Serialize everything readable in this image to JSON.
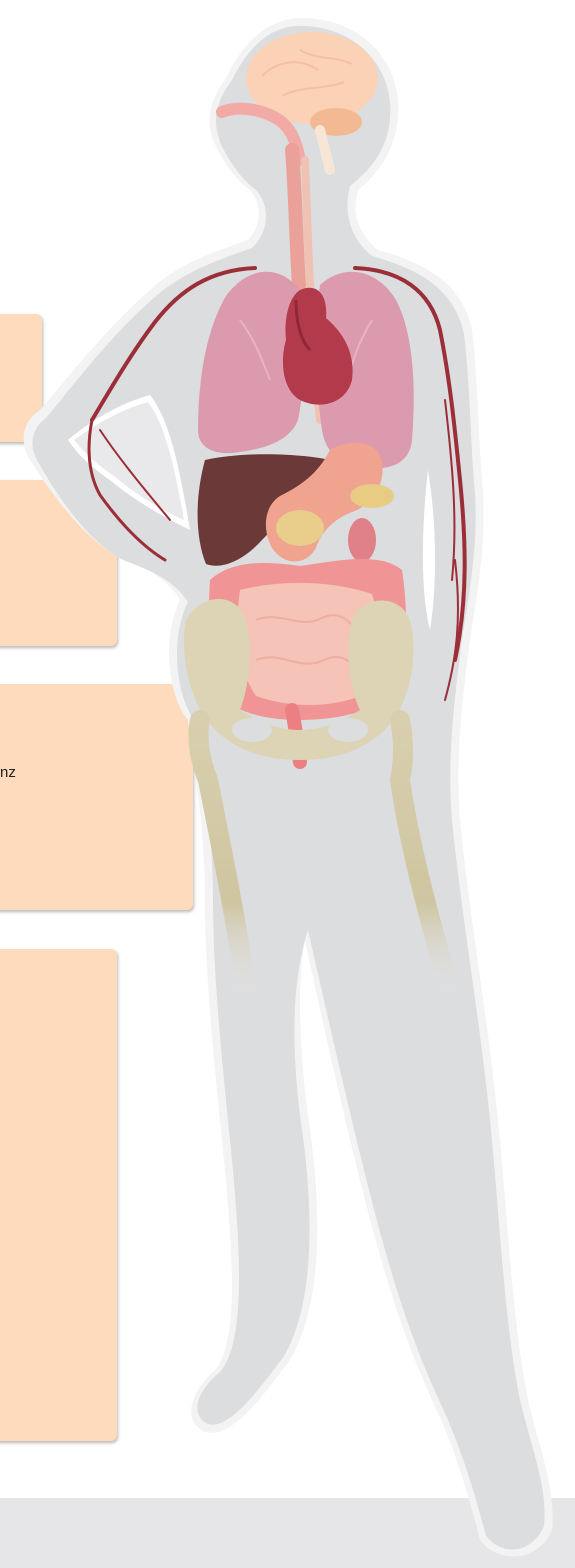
{
  "info_panels": [
    {
      "id": "panel-1",
      "text": ""
    },
    {
      "id": "panel-2",
      "text": ""
    },
    {
      "id": "panel-3",
      "text": "nz"
    },
    {
      "id": "panel-4",
      "text": ""
    }
  ],
  "colors": {
    "panel_fill": "#fedbbd",
    "body_silhouette": "#dcdddf",
    "body_outline": "#f2f2f3",
    "lungs": "#dc9aae",
    "heart": "#b23a4a",
    "liver": "#6b3a38",
    "stomach": "#f0a38e",
    "intestine": "#f09496",
    "small_intestine": "#f5c3b8",
    "bone": "#dcd4b4",
    "brain": "#fbd2b6",
    "blood_vessels": "#9b2e37",
    "floor": "#e6e6e8"
  },
  "icons": [
    "human-body-icon"
  ]
}
